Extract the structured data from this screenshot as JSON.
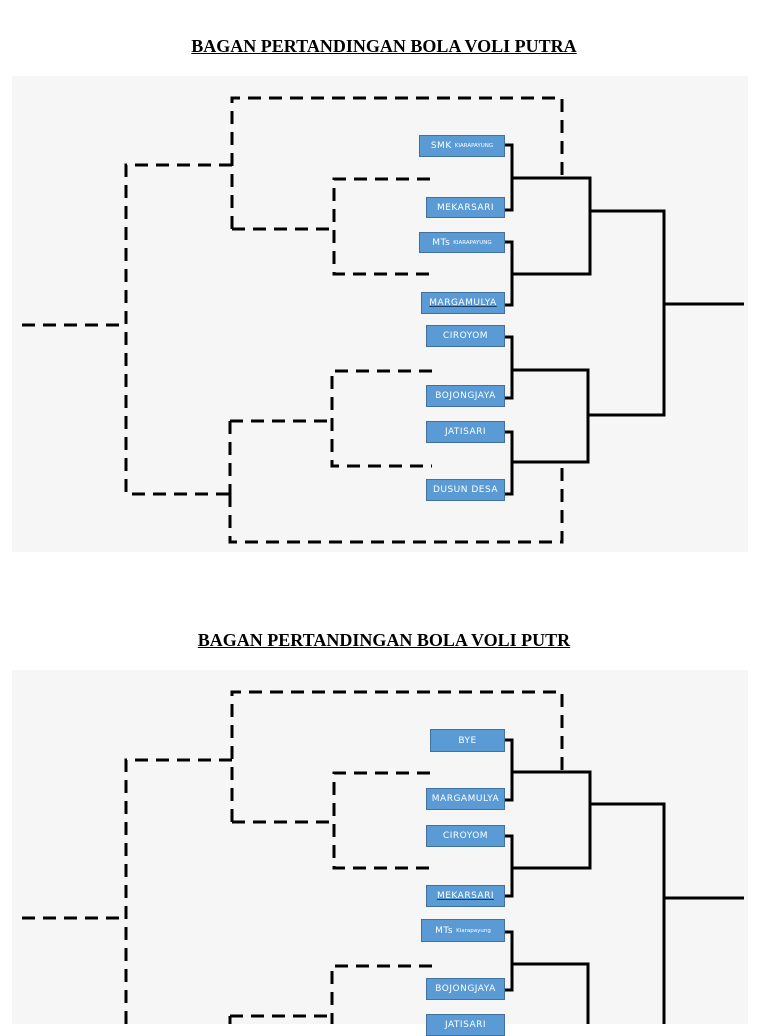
{
  "bracket1": {
    "title": "BAGAN PERTANDINGAN BOLA VOLI PUTRA",
    "teams": [
      {
        "name": "SMK",
        "sub": "KIARAPAYUNG"
      },
      {
        "name": "MEKARSARI",
        "sub": ""
      },
      {
        "name": "MTs",
        "sub": "KIARAPAYUNG"
      },
      {
        "name": "MARGAMULYA",
        "sub": ""
      },
      {
        "name": "CIROYOM",
        "sub": ""
      },
      {
        "name": "BOJONGJAYA",
        "sub": ""
      },
      {
        "name": "JATISARI",
        "sub": ""
      },
      {
        "name": "DUSUN DESA",
        "sub": ""
      }
    ]
  },
  "bracket2": {
    "title": "BAGAN PERTANDINGAN BOLA VOLI PUTR",
    "teams": [
      {
        "name": "BYE",
        "sub": ""
      },
      {
        "name": "MARGAMULYA",
        "sub": ""
      },
      {
        "name": "CIROYOM",
        "sub": ""
      },
      {
        "name": "MEKARSARI",
        "sub": ""
      },
      {
        "name": "MTs",
        "sub": "Kiarapayung"
      },
      {
        "name": "BOJONGJAYA",
        "sub": ""
      },
      {
        "name": "JATISARI",
        "sub": ""
      }
    ]
  }
}
